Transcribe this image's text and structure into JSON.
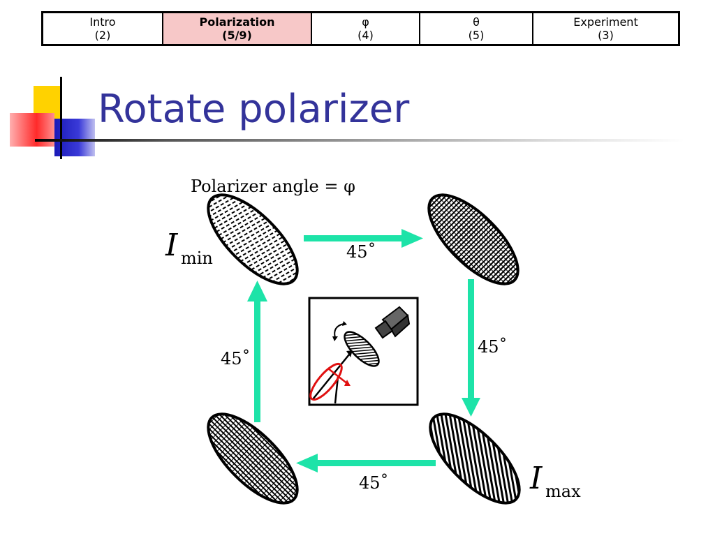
{
  "nav": [
    {
      "name": "Intro",
      "count": "(2)",
      "active": false
    },
    {
      "name": "Polarization",
      "count": "(5/9)",
      "active": true
    },
    {
      "name": "φ",
      "count": "(4)",
      "active": false
    },
    {
      "name": "θ",
      "count": "(5)",
      "active": false
    },
    {
      "name": "Experiment",
      "count": "(3)",
      "active": false
    }
  ],
  "title": "Rotate polarizer",
  "diagram": {
    "caption": "Polarizer angle = φ",
    "i_min_symbol": "I",
    "i_min_sub": "min",
    "i_max_symbol": "I",
    "i_max_sub": "max",
    "angle_top": "45˚",
    "angle_right": "45˚",
    "angle_bottom": "45˚",
    "angle_left": "45˚"
  },
  "colors": {
    "arrow": "#1de3a8",
    "title": "#33339a",
    "nav_active": "#f7c8c8",
    "red_wave": "#e01010"
  }
}
